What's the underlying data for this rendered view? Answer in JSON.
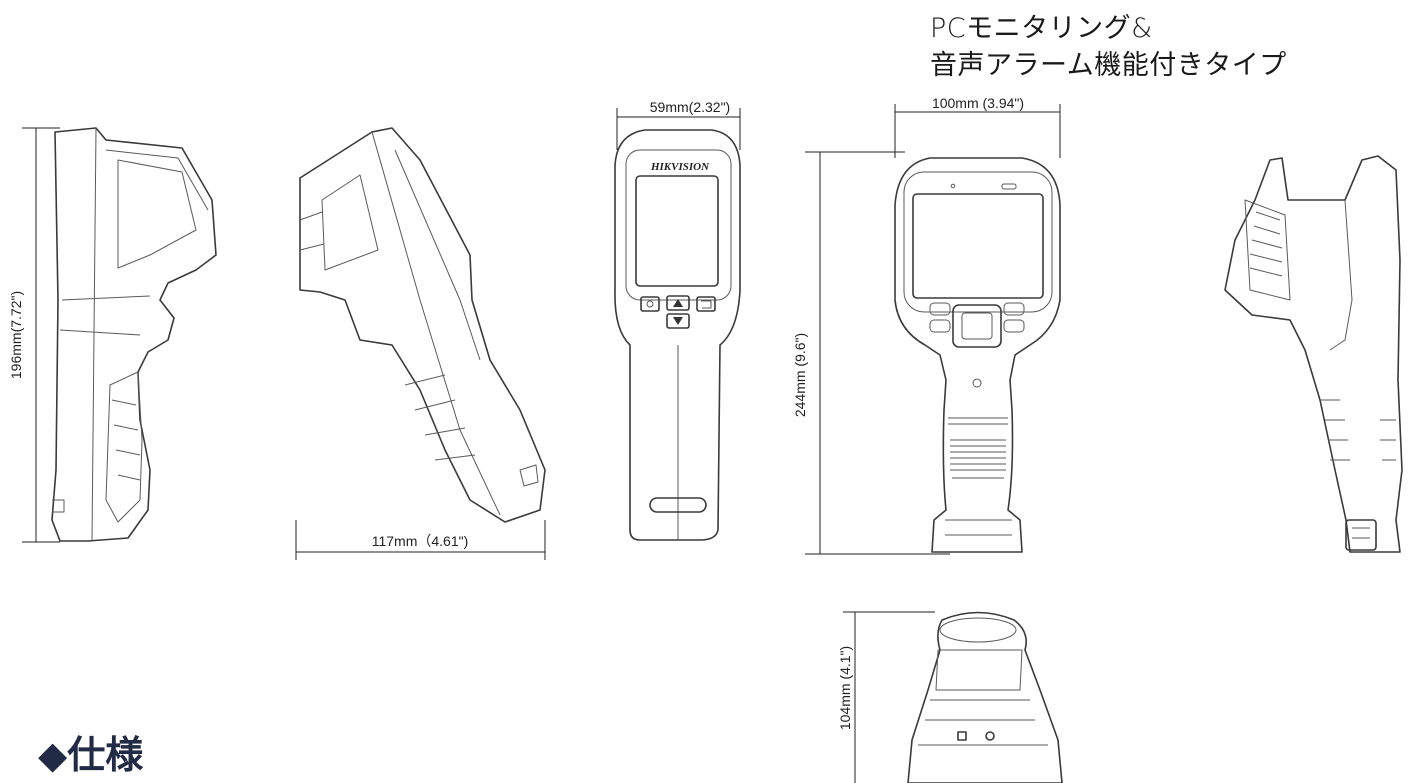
{
  "heading": {
    "line1": "PCモニタリング&",
    "line2": "音声アラーム機能付きタイプ"
  },
  "dimensions": {
    "side_height": "196mm(7.72\")",
    "side_depth": "117mm（4.61\")",
    "front_width": "59mm(2.32\")",
    "display_width": "100mm (3.94\")",
    "display_height": "244mm (9.6\")",
    "bottom_depth": "104mm (4.1\")"
  },
  "brand_logo": "HIKVISION",
  "spec_heading": "◆仕様"
}
